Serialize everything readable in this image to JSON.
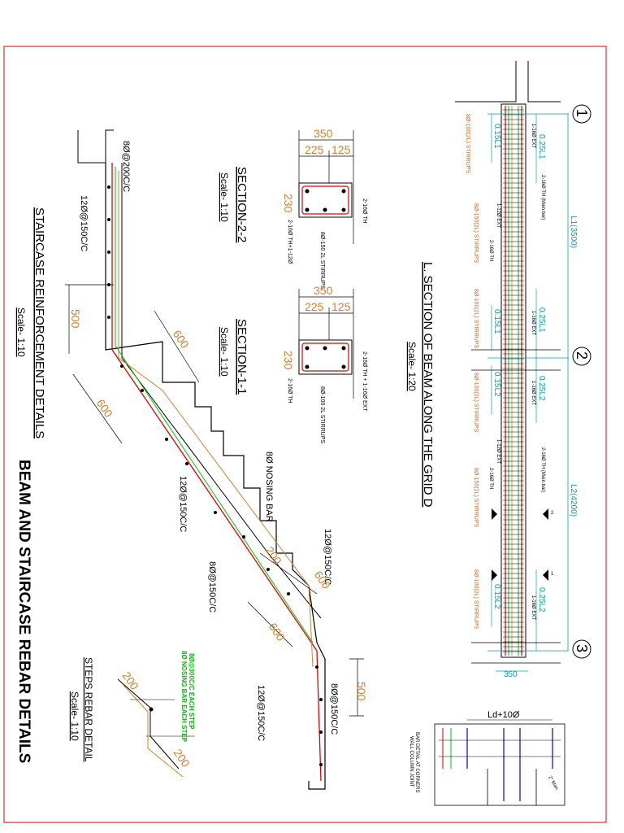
{
  "titles": {
    "main": "BEAM AND STAIRCASE REBAR DETAILS",
    "stair": "STAIRCASE REINFORCEMENT DETAILS",
    "stair_scale": "Scale- 1:10",
    "beam": "L. SECTION OF BEAM ALONG THE GRID D",
    "beam_scale": "Scale- 1:20",
    "sec22": "SECTION-2-2",
    "sec22_scale": "Scale- 1:10",
    "sec11": "SECTION-1-1",
    "sec11_scale": "Scale- 1:10",
    "steps": "STEPS REBAR DETAIL",
    "steps_scale": "Scale- 1:10"
  },
  "stair": {
    "bar_top": "8Ø@200C/C",
    "bar_main1": "12Ø@150C/C",
    "dim_500a": "500",
    "dim_600a": "600",
    "dim_600b": "600",
    "bar_mid": "12Ø@150C/C",
    "nosing": "8Ø NOSING BAR",
    "bar_dist": "8Ø@150C/C",
    "bar_upper": "12Ø@150C/C",
    "dim_600c": "600",
    "dim_600d": "600",
    "dim_200": "200",
    "dim_500b": "500",
    "bar_bot8": "8Ø@150C/C",
    "bar_bot12": "12Ø@150C/C"
  },
  "sec22": {
    "w": "350",
    "a": "225",
    "b": "125",
    "d": "230",
    "top": "2-16Ø TH",
    "stirrup": "8Ø-150 2L STIRRUPS",
    "bottom": "2-16Ø TH+1-12Ø"
  },
  "sec11": {
    "w": "350",
    "a": "225",
    "b": "125",
    "d": "230",
    "top": "2-16Ø TH + 1-16Ø EXT",
    "stirrup": "8Ø-100 2L STIRRUPS",
    "bottom": "2-16Ø TH"
  },
  "beam": {
    "grids": [
      "1",
      "2",
      "3"
    ],
    "L1": "L1(3500)",
    "L2": "L2(4200)",
    "q1a": "0.25L1",
    "q1b": "0.25L1",
    "q2a": "0.25L2",
    "q2b": "0.25L2",
    "f1a": "0.15L1",
    "f1b": "0.15L1",
    "f2a": "0.15L2",
    "f2b": "0.15L2",
    "ext1": "1-16Ø EXT",
    "ext2": "1-16Ø EXT",
    "ext3": "1-16Ø EXT",
    "ext4": "1-16Ø EXT",
    "main1": "2-16Ø TH (Main bar)",
    "main2": "2-16Ø TH (Main bar)",
    "b12a": "1-12Ø EXT",
    "b12b": "1-12Ø EXT",
    "th1": "2-16Ø TH",
    "th2": "2-16Ø TH",
    "stA": "8Ø-100(2L) STIRRUPS",
    "stB": "8Ø-150(2L) STIRRUPS",
    "stC": "8Ø-100(2L) STIRRUPS",
    "stD": "8Ø-100(2L) STIRRUPS",
    "stE": "8Ø-150(2L) STIRRUPS",
    "stF": "8Ø-100(2L) STIRRUPS",
    "width": "350",
    "cut1": "1",
    "cut2": "2"
  },
  "steps": {
    "g1": "8Ø@300C/C EACH STEP",
    "g2": "8Ø NOSING BAR EACH STEP",
    "d1": "200",
    "d2": "200"
  },
  "corner": {
    "ld": "Ld+10Ø",
    "note1": "BAR DETAIL AT CORNERS",
    "note2": "WALL COLUMN JOINT",
    "bend": "2\" Max."
  },
  "colors": {
    "frame": "#e00000",
    "dim_orange": "#d08030",
    "dim_cyan": "#00a0b0",
    "rebar_red": "#e00000",
    "rebar_green": "#00c000"
  }
}
